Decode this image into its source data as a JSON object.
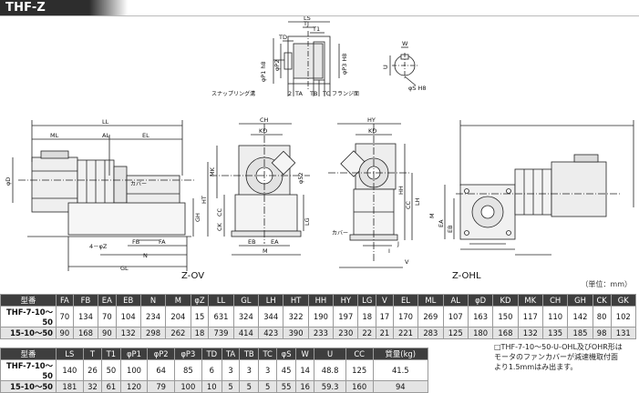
{
  "title": "THF-Z",
  "unit_note": "（単位：mm）",
  "views": {
    "left": "Z-OV",
    "right": "Z-OHL"
  },
  "labels": {
    "top_center": [
      "LS",
      "TJ",
      "T1",
      "TD",
      "φP1 h8",
      "φP2",
      "φP3 H8",
      "スナップリング溝",
      "2",
      "TA",
      "TB",
      "TC",
      "フランジ面"
    ],
    "shaft": [
      "W",
      "U",
      "φS H8"
    ],
    "side": [
      "LL",
      "ML",
      "AL",
      "EL",
      "φD",
      "カバー",
      "GH",
      "4－φZ",
      "FB",
      "FA",
      "N",
      "GL"
    ],
    "front": [
      "CH",
      "KD",
      "MK",
      "φ52",
      "HT",
      "CC",
      "CK",
      "LG",
      "EB",
      "EA",
      "M"
    ],
    "rear": [
      "HY",
      "KD",
      "HH",
      "CC",
      "LH",
      "カバー",
      "J",
      "I",
      "V"
    ],
    "plate": [
      "EA",
      "EB",
      "M"
    ]
  },
  "table1": {
    "header_lead": "型番",
    "columns": [
      "FA",
      "FB",
      "EA",
      "EB",
      "N",
      "M",
      "φZ",
      "LL",
      "GL",
      "LH",
      "HT",
      "HH",
      "HY",
      "LG",
      "V",
      "EL",
      "ML",
      "AL",
      "φD",
      "KD",
      "MK",
      "CH",
      "GH",
      "CK",
      "GK"
    ],
    "rows": [
      {
        "model": "THF-7-10〜50",
        "values": [
          "70",
          "134",
          "70",
          "104",
          "234",
          "204",
          "15",
          "631",
          "324",
          "344",
          "322",
          "190",
          "197",
          "18",
          "17",
          "170",
          "269",
          "107",
          "163",
          "150",
          "117",
          "110",
          "142",
          "80",
          "102"
        ]
      },
      {
        "model": "15-10〜50",
        "values": [
          "90",
          "168",
          "90",
          "132",
          "298",
          "262",
          "18",
          "739",
          "414",
          "423",
          "390",
          "233",
          "230",
          "22",
          "21",
          "221",
          "283",
          "125",
          "180",
          "168",
          "132",
          "135",
          "185",
          "98",
          "131"
        ]
      }
    ]
  },
  "table2": {
    "header_lead": "型番",
    "columns": [
      "LS",
      "T",
      "T1",
      "φP1",
      "φP2",
      "φP3",
      "TD",
      "TA",
      "TB",
      "TC",
      "φS",
      "W",
      "U",
      "CC",
      "質量(kg)"
    ],
    "rows": [
      {
        "model": "THF-7-10〜50",
        "values": [
          "140",
          "26",
          "50",
          "100",
          "64",
          "85",
          "6",
          "3",
          "3",
          "3",
          "45",
          "14",
          "48.8",
          "125",
          "41.5"
        ]
      },
      {
        "model": "15-10〜50",
        "values": [
          "181",
          "32",
          "61",
          "120",
          "79",
          "100",
          "10",
          "5",
          "5",
          "5",
          "55",
          "16",
          "59.3",
          "160",
          "94"
        ]
      }
    ]
  },
  "footnote": [
    "□THF-7-10〜50-U-OHL及びOHR形は",
    "モータのファンカバーが減速機取付面",
    "より1.5mmはみ出ます。"
  ]
}
